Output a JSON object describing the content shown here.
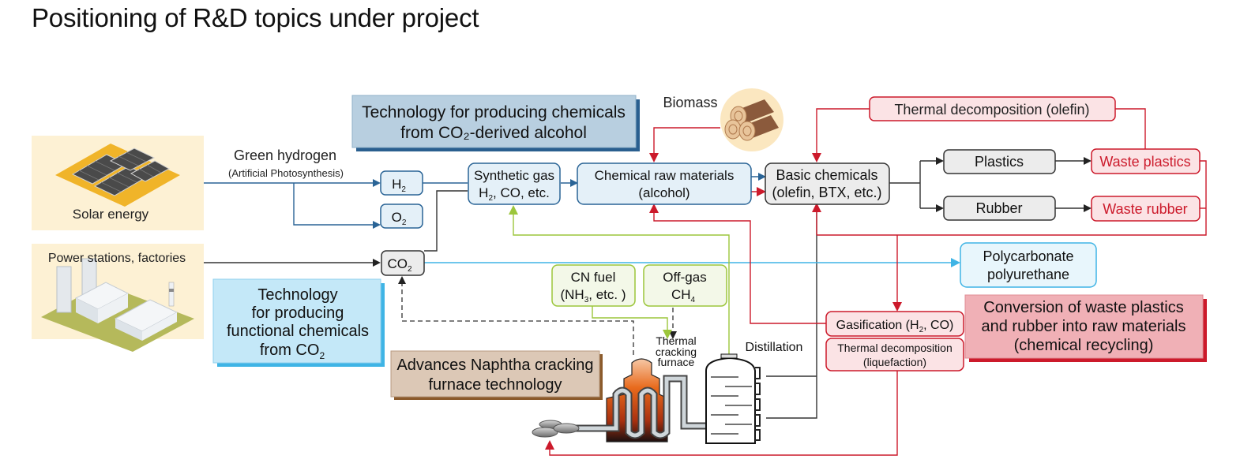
{
  "title": "Positioning of R&D topics under project",
  "colors": {
    "blue_line": "#2a6496",
    "red_line": "#cc1a2b",
    "green_line": "#9cc63b",
    "cyan_line": "#3fb4e5",
    "dark_line": "#333333",
    "sun_bg": "#fdf1d4"
  },
  "sources": {
    "solar": {
      "label": "Solar energy",
      "icon": "solar-panel-icon"
    },
    "power": {
      "label": "Power stations, factories",
      "icon": "factory-icon"
    },
    "green_hydrogen": {
      "label": "Green hydrogen",
      "sub": "(Artificial Photosynthesis)"
    },
    "biomass": {
      "label": "Biomass",
      "icon": "logs-icon"
    }
  },
  "nodes": {
    "h2": {
      "main": "H",
      "sub": "2"
    },
    "o2": {
      "main": "O",
      "sub": "2"
    },
    "co2": {
      "main": "CO",
      "sub": "2"
    },
    "syngas": {
      "line1": "Synthetic gas",
      "line2_main": "H",
      "line2_sub": "2",
      "line2_rest": ", CO, etc."
    },
    "raw": {
      "line1": "Chemical raw materials",
      "line2": "(alcohol)"
    },
    "basic": {
      "line1": "Basic chemicals",
      "line2": "(olefin, BTX, etc.)"
    },
    "plastics": {
      "label": "Plastics"
    },
    "rubber": {
      "label": "Rubber"
    },
    "waste_plastics": {
      "label": "Waste plastics"
    },
    "waste_rubber": {
      "label": "Waste rubber"
    },
    "thermal_olefin": {
      "label": "Thermal decomposition (olefin)"
    },
    "polycarbonate": {
      "line1": "Polycarbonate",
      "line2": "polyurethane"
    },
    "cn_fuel": {
      "line1": "CN fuel",
      "line2_pre": "(NH",
      "line2_sub": "3",
      "line2_rest": ", etc. )"
    },
    "offgas": {
      "line1": "Off-gas",
      "line2_main": "CH",
      "line2_sub": "4"
    },
    "gasification": {
      "pre": "Gasification (H",
      "sub": "2",
      "rest": ", CO)"
    },
    "thermal_liq": {
      "line1": "Thermal decomposition",
      "line2": "(liquefaction)"
    },
    "furnace_label": {
      "line1": "Thermal",
      "line2": "cracking",
      "line3": "furnace"
    },
    "distillation": {
      "label": "Distillation"
    }
  },
  "topics": {
    "co2_alcohol": {
      "line1": "Technology for producing chemicals",
      "line2": "from CO₂-derived alcohol",
      "bg": "#b8cfe0",
      "shadow": "#2a5f8f"
    },
    "functional": {
      "line1": "Technology",
      "line2": "for producing",
      "line3": "functional chemicals",
      "line4_main": "from CO",
      "line4_sub": "2",
      "bg": "#c4e8f8",
      "shadow": "#3fb4e5"
    },
    "naphtha": {
      "line1": "Advances Naphtha cracking",
      "line2": "furnace technology",
      "bg": "#dcc8b6",
      "shadow": "#8b5a2b"
    },
    "recycling": {
      "line1": "Conversion of waste plastics",
      "line2": "and rubber into raw materials",
      "line3": "(chemical recycling)",
      "bg": "#f0b0b6",
      "shadow": "#cc1a2b"
    }
  }
}
